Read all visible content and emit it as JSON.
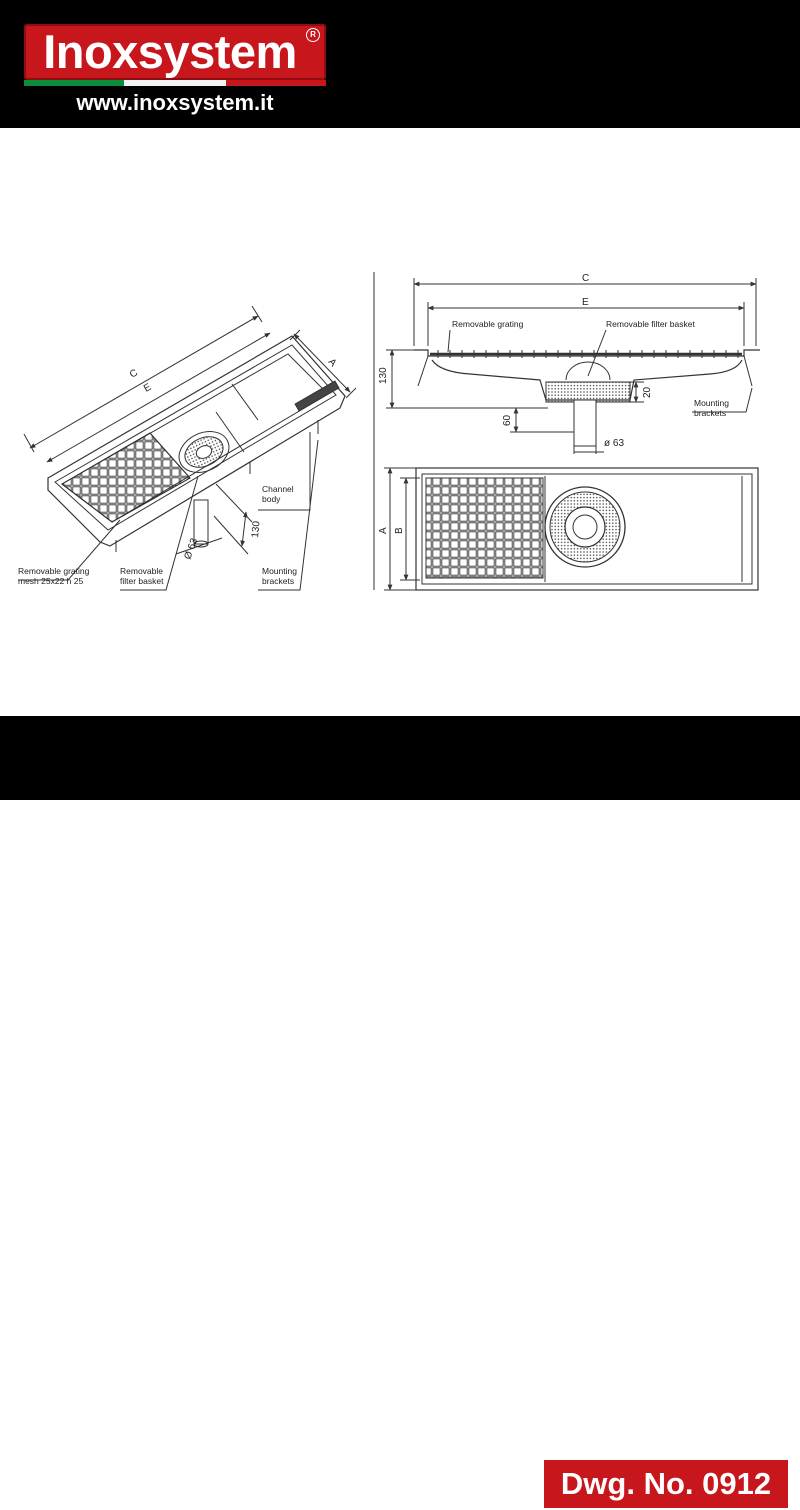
{
  "header": {
    "logo_text": "Inoxsystem",
    "registered_mark": "R",
    "website": "www.inoxsystem.it"
  },
  "footer": {
    "drawing_number": "Dwg. No. 0912"
  },
  "iso_view": {
    "dims": {
      "c": "C",
      "e": "E",
      "a": "A",
      "dia": "Ø 63",
      "h130": "130"
    },
    "labels": {
      "grating_1": "Removable grating",
      "grating_2": "mesh 25x22 h 25",
      "basket_1": "Removable",
      "basket_2": "filter basket",
      "channel_1": "Channel",
      "channel_2": "body",
      "brackets_1": "Mounting",
      "brackets_2": "brackets"
    }
  },
  "section_view": {
    "dims": {
      "c": "C",
      "e": "E",
      "h130": "130",
      "h60": "60",
      "h20": "20",
      "dia": "ø 63"
    },
    "labels": {
      "grating": "Removable grating",
      "basket": "Removable filter basket",
      "brackets_1": "Mounting",
      "brackets_2": "brackets"
    }
  },
  "plan_view": {
    "dims": {
      "a": "A",
      "b": "B"
    }
  },
  "colors": {
    "brand_red": "#c8161d",
    "flag_green": "#0b8d3c",
    "background_bar": "#000000",
    "line": "#333333"
  }
}
